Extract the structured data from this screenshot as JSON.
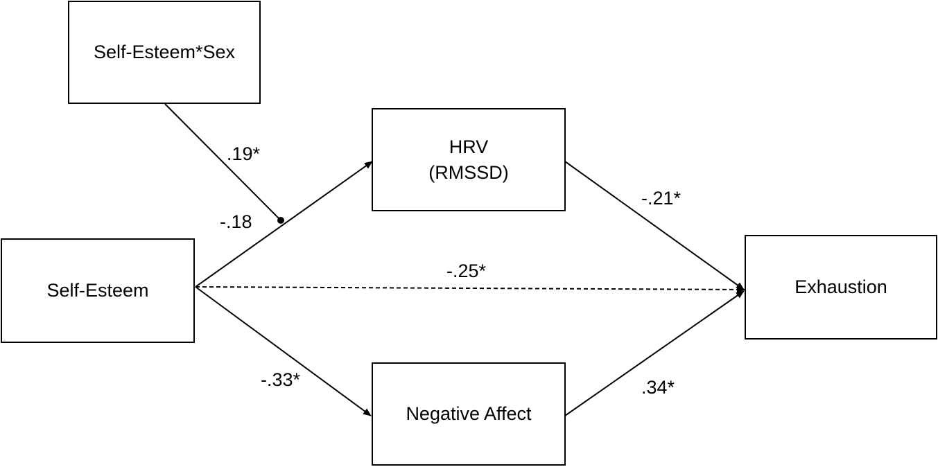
{
  "nodes": {
    "moderator": {
      "label": "Self-Esteem*Sex"
    },
    "predictor": {
      "label": "Self-Esteem"
    },
    "mediator_hrv": {
      "label_line1": "HRV",
      "label_line2": "(RMSSD)"
    },
    "mediator_affect": {
      "label": "Negative Affect"
    },
    "outcome": {
      "label": "Exhaustion"
    }
  },
  "paths": {
    "moderation": {
      "from": "Self-Esteem*Sex",
      "to": "Self-Esteem → HRV path",
      "coefficient": ".19*",
      "style": "solid",
      "head": "dot"
    },
    "a1": {
      "from": "Self-Esteem",
      "to": "HRV (RMSSD)",
      "coefficient": "-.18",
      "style": "solid",
      "head": "arrow"
    },
    "b1": {
      "from": "HRV (RMSSD)",
      "to": "Exhaustion",
      "coefficient": "-.21*",
      "style": "solid",
      "head": "arrow"
    },
    "c_prime": {
      "from": "Self-Esteem",
      "to": "Exhaustion",
      "coefficient": "-.25*",
      "style": "dashed",
      "head": "arrow"
    },
    "a2": {
      "from": "Self-Esteem",
      "to": "Negative Affect",
      "coefficient": "-.33*",
      "style": "solid",
      "head": "arrow"
    },
    "b2": {
      "from": "Negative Affect",
      "to": "Exhaustion",
      "coefficient": ".34*",
      "style": "solid",
      "head": "arrow"
    }
  },
  "colors": {
    "stroke": "#000000",
    "background": "#ffffff"
  }
}
